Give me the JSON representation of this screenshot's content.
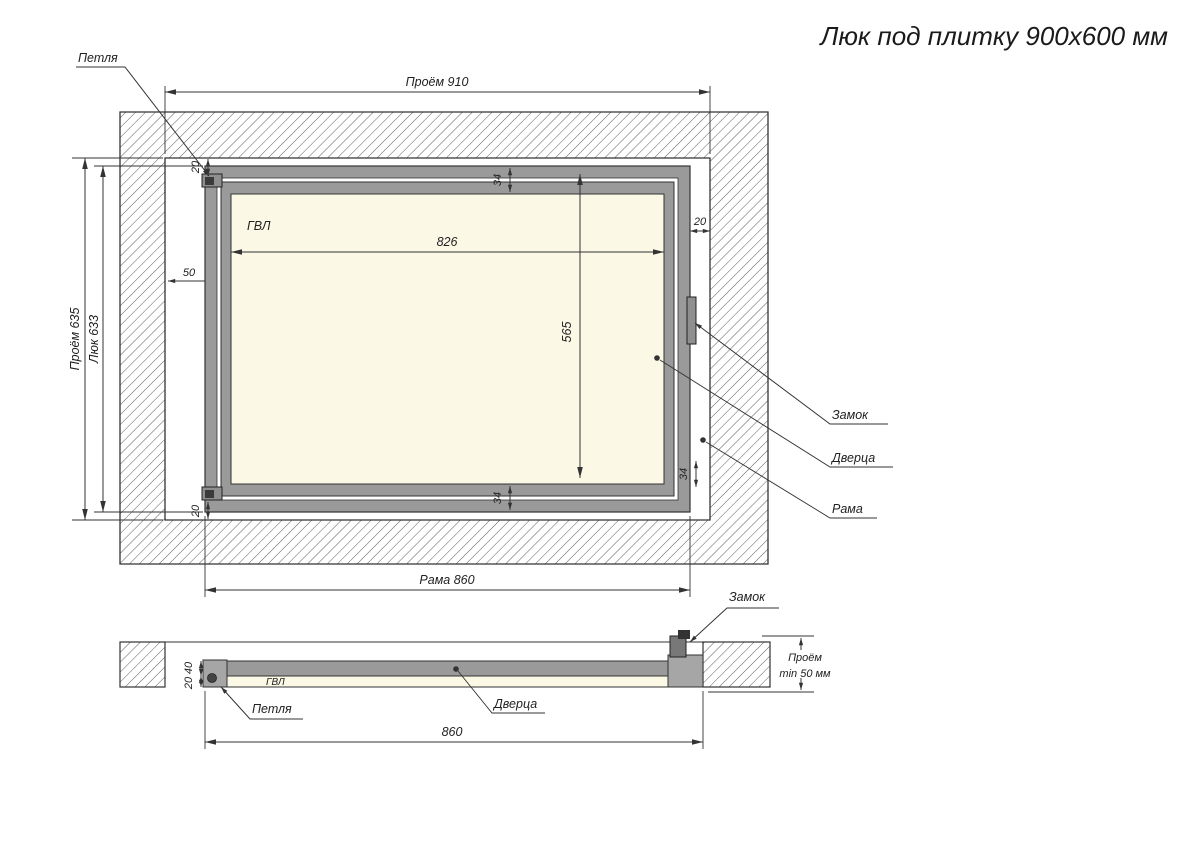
{
  "title": "Люк под плитку 900х600 мм",
  "front": {
    "dim_opening_width": "Проём 910",
    "dim_opening_height": "Проём 635",
    "dim_hatch_height": "Люк 633",
    "dim_frame_width": "Рама 860",
    "dim_inner_width": "826",
    "dim_inner_height": "565",
    "dim_frame_offset": "50",
    "dim_20_top_left": "20",
    "dim_20_bottom_left": "20",
    "dim_20_right": "20",
    "dim_34_top": "34",
    "dim_34_bottom": "34",
    "dim_34_right": "34",
    "label_gvl": "ГВЛ",
    "label_hinge": "Петля",
    "label_lock": "Замок",
    "label_door": "Дверца",
    "label_frame": "Рама"
  },
  "section": {
    "label_lock": "Замок",
    "label_hinge": "Петля",
    "label_door": "Дверца",
    "label_gvl": "ГВЛ",
    "dim_opening_depth_line1": "Проём",
    "dim_opening_depth_line2": "min 50 мм",
    "dim_frame_width": "860",
    "dim_profile_height": "40",
    "dim_gvl_thickness": "20"
  },
  "colors": {
    "frame_gray": "#9a9a9a",
    "panel_cream": "#fbf8e6",
    "line": "#333333"
  }
}
